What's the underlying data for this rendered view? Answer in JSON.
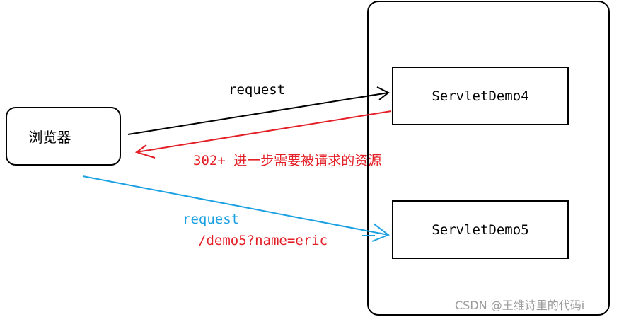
{
  "browser": {
    "label": "浏览器"
  },
  "servlets": {
    "demo4": "ServletDemo4",
    "demo5": "ServletDemo5"
  },
  "arrows": {
    "request1": "request",
    "redirect_code": "302+",
    "redirect_text": "进一步需要被请求的资源",
    "request2": "request",
    "request2_path": "/demo5?name=eric"
  },
  "watermark": "CSDN @王维诗里的代码i",
  "colors": {
    "black": "#000000",
    "red": "#e32027",
    "blue": "#1ba1e2"
  }
}
